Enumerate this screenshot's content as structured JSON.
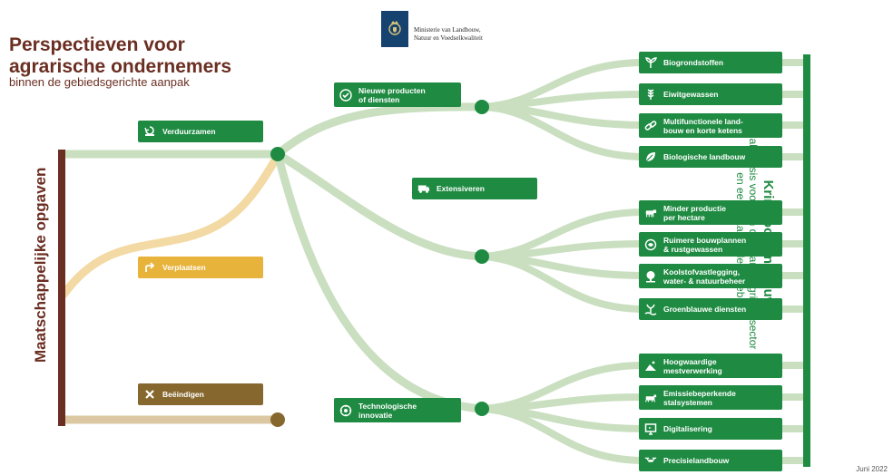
{
  "header": {
    "title_line1": "Perspectieven voor",
    "title_line2": "agrarische ondernemers",
    "subtitle": "binnen de gebiedsgerichte aanpak"
  },
  "logo": {
    "icon": "royal-coat-of-arms-icon",
    "line1": "Ministerie van Landbouw,",
    "line2": "Natuur en Voedselkwaliteit"
  },
  "left_axis": {
    "label": "Maatschappelijke opgaven"
  },
  "right_axis": {
    "title": "Kringlooplandbouw",
    "line1": "als basis voor een duurzame agrifoodsector",
    "line2": "en een vitaal landelijk gebied."
  },
  "colors": {
    "green": "#1f8b42",
    "yellow": "#e8b33a",
    "brown": "#86682e",
    "dark_red": "#6b2e22",
    "light_green": "#c9dfc0"
  },
  "left_options": [
    {
      "label": "Verduurzamen",
      "icon": "hand-recycle-icon"
    },
    {
      "label": "Verplaatsen",
      "icon": "arrow-turn-icon"
    },
    {
      "label": "Beëindigen",
      "icon": "x-mark-icon"
    }
  ],
  "middle_options": [
    {
      "label_line1": "Nieuwe producten",
      "label_line2": "of diensten",
      "icon": "checkmark-badge-icon"
    },
    {
      "label_line1": "Extensiveren",
      "label_line2": "",
      "icon": "truck-icon"
    },
    {
      "label_line1": "Technologische",
      "label_line2": "innovatie",
      "icon": "gear-circuit-icon"
    }
  ],
  "right_options": [
    {
      "line1": "Biogrondstoffen",
      "line2": "",
      "icon": "sprout-icon"
    },
    {
      "line1": "Eiwitgewassen",
      "line2": "",
      "icon": "wheat-icon"
    },
    {
      "line1": "Multifunctionele land-",
      "line2": "bouw en korte ketens",
      "icon": "chain-link-icon"
    },
    {
      "line1": "Biologische landbouw",
      "line2": "",
      "icon": "leaf-icon"
    },
    {
      "line1": "Minder productie",
      "line2": "per hectare",
      "icon": "cow-icon"
    },
    {
      "line1": "Ruimere bouwplannen",
      "line2": "& rustgewassen",
      "icon": "crop-cycle-icon"
    },
    {
      "line1": "Koolstofvastlegging,",
      "line2": "water- & natuurbeheer",
      "icon": "tree-icon"
    },
    {
      "line1": "Groenblauwe diensten",
      "line2": "",
      "icon": "plant-water-icon"
    },
    {
      "line1": "Hoogwaardige",
      "line2": "mestverwerking",
      "icon": "manure-pile-icon"
    },
    {
      "line1": "Emissiebeperkende",
      "line2": "stalsystemen",
      "icon": "barn-icon"
    },
    {
      "line1": "Digitalisering",
      "line2": "",
      "icon": "monitor-icon"
    },
    {
      "line1": "Precisielandbouw",
      "line2": "",
      "icon": "drone-icon"
    }
  ],
  "footer": {
    "date": "Juni 2022"
  }
}
